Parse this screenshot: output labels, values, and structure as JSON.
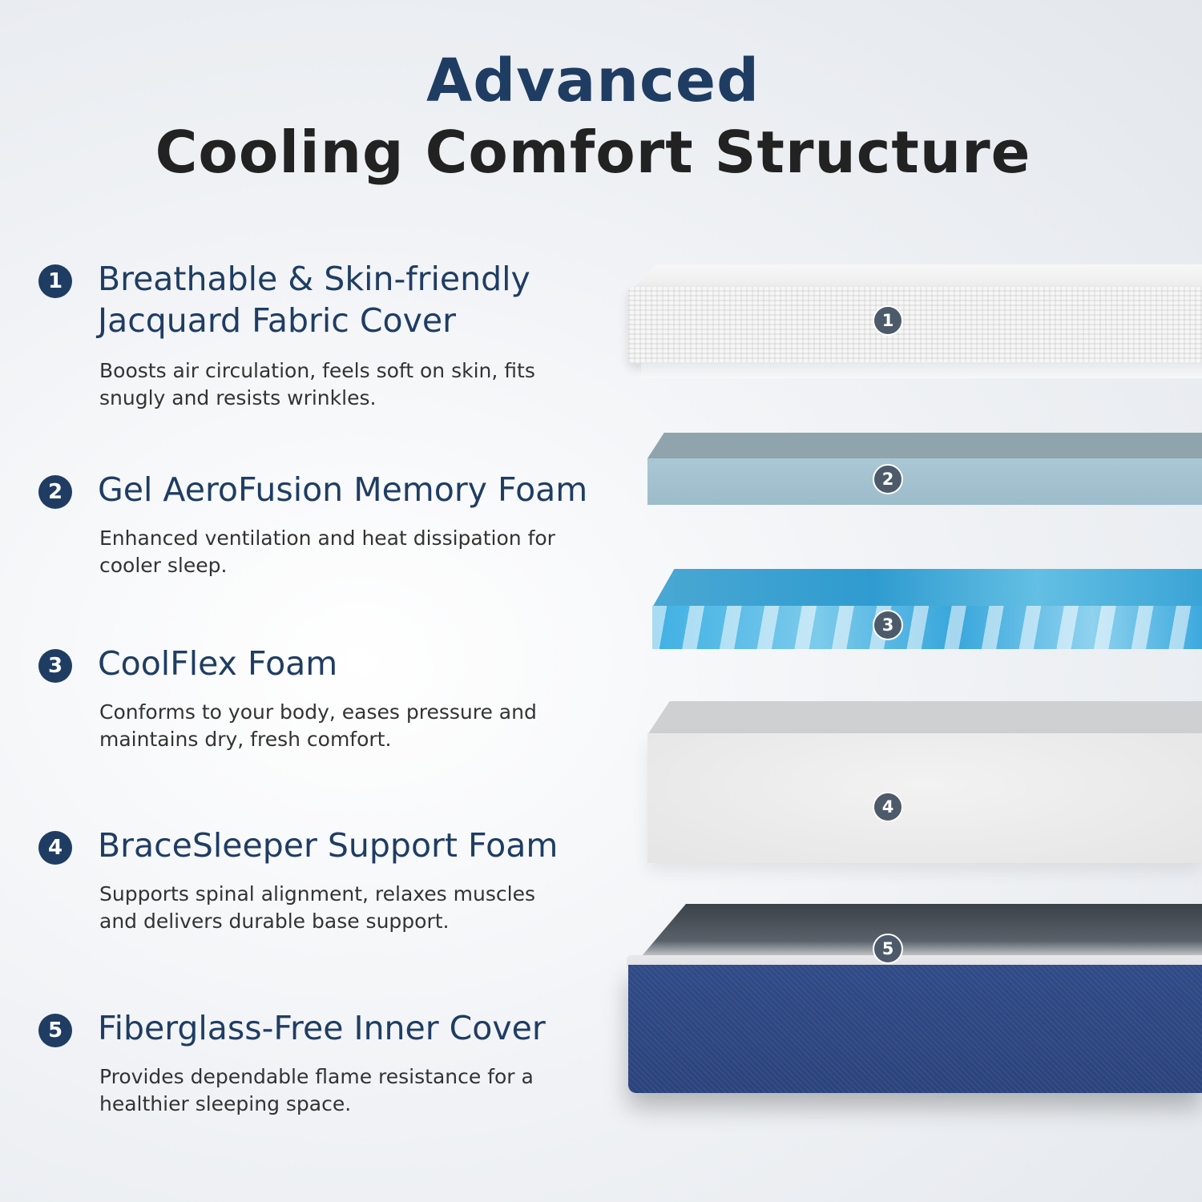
{
  "title": {
    "line1": "Advanced",
    "line2": "Cooling Comfort Structure"
  },
  "features": [
    {
      "number": "1",
      "title": "Breathable & Skin-friendly Jacquard Fabric Cover",
      "description": "Boosts air circulation, feels soft on skin, fits snugly and resists wrinkles."
    },
    {
      "number": "2",
      "title": "Gel AeroFusion Memory Foam",
      "description": "Enhanced ventilation and heat dissipation for cooler sleep."
    },
    {
      "number": "3",
      "title": "CoolFlex Foam",
      "description": "Conforms to your body, eases pressure and maintains dry, fresh comfort."
    },
    {
      "number": "4",
      "title": "BraceSleeper Support Foam",
      "description": "Supports spinal alignment, relaxes muscles and delivers durable base support."
    },
    {
      "number": "5",
      "title": "Fiberglass-Free Inner Cover",
      "description": "Provides dependable flame resistance for a healthier sleeping space."
    }
  ],
  "colors": {
    "accent": "#1f3d63",
    "heading": "#222222",
    "base_cover": "#2f4a86",
    "gel_foam": "#a9c7d4",
    "coolflex": "#3fb0e4"
  }
}
